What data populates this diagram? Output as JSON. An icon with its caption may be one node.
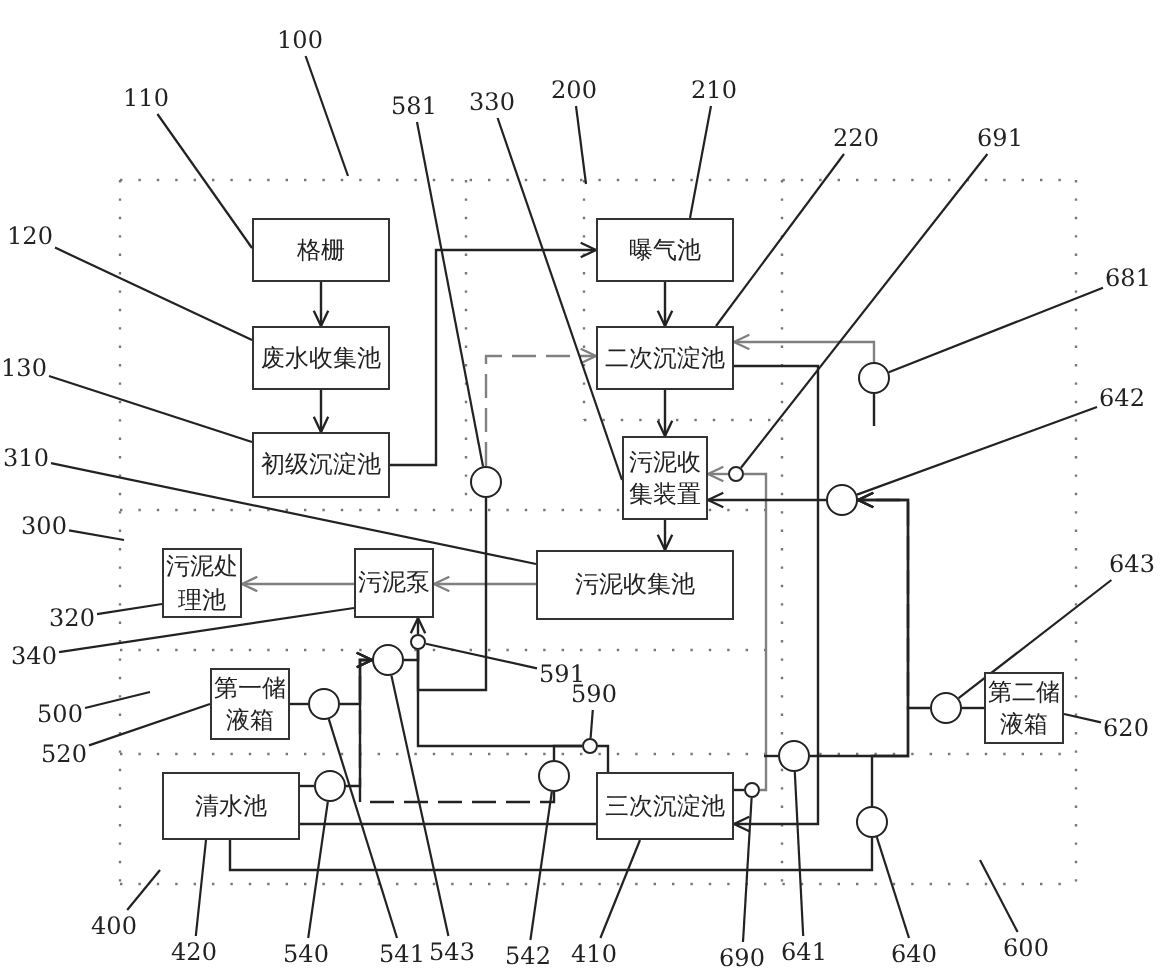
{
  "diagram": {
    "nodes": [
      {
        "text": [
          "格栅"
        ]
      },
      {
        "text": [
          "废水收集池"
        ]
      },
      {
        "text": [
          "初级沉淀池"
        ]
      },
      {
        "text": [
          "曝气池"
        ]
      },
      {
        "text": [
          "二次沉淀池"
        ]
      },
      {
        "text": [
          "污泥收集装置"
        ]
      },
      {
        "text": [
          "污泥收集池"
        ]
      },
      {
        "text": [
          "污泥泵"
        ]
      },
      {
        "text": [
          "污泥处理池"
        ]
      },
      {
        "text": [
          "第一储液箱"
        ]
      },
      {
        "text": [
          "清水池"
        ]
      },
      {
        "text": [
          "三次沉淀池"
        ]
      },
      {
        "text": [
          "第二储液箱"
        ]
      },
      {
        "text": [],
        "shape": "circle"
      },
      {
        "text": [],
        "shape": "circle"
      },
      {
        "text": [],
        "shape": "circle"
      },
      {
        "text": [],
        "shape": "circle"
      },
      {
        "text": [],
        "shape": "circle"
      },
      {
        "text": [],
        "shape": "circle"
      },
      {
        "text": [],
        "shape": "circle"
      },
      {
        "text": [],
        "shape": "circle"
      },
      {
        "text": [],
        "shape": "circle"
      },
      {
        "text": [],
        "shape": "circle"
      },
      {
        "text": [],
        "shape": "circle"
      },
      {
        "text": [],
        "shape": "circle"
      },
      {
        "text": [],
        "shape": "circle"
      },
      {
        "text": [],
        "shape": "circle"
      },
      {
        "text": [
          "100"
        ]
      },
      {
        "text": [
          "110"
        ]
      },
      {
        "text": [
          "120"
        ]
      },
      {
        "text": [
          "130"
        ]
      },
      {
        "text": [
          "200"
        ]
      },
      {
        "text": [
          "210"
        ]
      },
      {
        "text": [
          "220"
        ]
      },
      {
        "text": [
          "330"
        ]
      },
      {
        "text": [
          "581"
        ]
      },
      {
        "text": [
          "691"
        ]
      },
      {
        "text": [
          "681"
        ]
      },
      {
        "text": [
          "642"
        ]
      },
      {
        "text": [
          "310"
        ]
      },
      {
        "text": [
          "300"
        ]
      },
      {
        "text": [
          "320"
        ]
      },
      {
        "text": [
          "340"
        ]
      },
      {
        "text": [
          "643"
        ]
      },
      {
        "text": [
          "500"
        ]
      },
      {
        "text": [
          "520"
        ]
      },
      {
        "text": [
          "591"
        ]
      },
      {
        "text": [
          "590"
        ]
      },
      {
        "text": [
          "620"
        ]
      },
      {
        "text": [
          "400"
        ]
      },
      {
        "text": [
          "420"
        ]
      },
      {
        "text": [
          "540"
        ]
      },
      {
        "text": [
          "541"
        ]
      },
      {
        "text": [
          "543"
        ]
      },
      {
        "text": [
          "542"
        ]
      },
      {
        "text": [
          "410"
        ]
      },
      {
        "text": [
          "690"
        ]
      },
      {
        "text": [
          "641"
        ]
      },
      {
        "text": [
          "640"
        ]
      },
      {
        "text": [
          "600"
        ]
      }
    ],
    "edges": [
      {
        "from": 0,
        "to": 1,
        "arrow": "to"
      },
      {
        "from": 1,
        "to": 2,
        "arrow": "to"
      },
      {
        "from": 2,
        "to": 3,
        "arrow": "to"
      },
      {
        "from": 3,
        "to": 4,
        "arrow": "to"
      },
      {
        "from": 4,
        "to": 5,
        "arrow": "to"
      },
      {
        "from": 5,
        "to": 6,
        "arrow": "to"
      },
      {
        "from": 6,
        "to": 7,
        "arrow": "to",
        "color": "#808080"
      },
      {
        "from": 7,
        "to": 8,
        "arrow": "to",
        "color": "#808080"
      },
      {
        "from": 13,
        "to": 4,
        "arrow": "to",
        "style": "dashed",
        "color": "#808080"
      },
      {
        "from": 23,
        "to": 7,
        "arrow": "to"
      },
      {
        "from": 24,
        "to": 23,
        "arrow": "none"
      },
      {
        "from": 11,
        "to": 24,
        "arrow": "none"
      },
      {
        "from": 16,
        "to": 23,
        "arrow": "none"
      },
      {
        "from": 23,
        "to": 13,
        "arrow": "none"
      },
      {
        "from": 17,
        "to": 16,
        "arrow": "to"
      },
      {
        "from": 18,
        "to": 16,
        "arrow": "to"
      },
      {
        "from": 19,
        "to": 16,
        "arrow": "to",
        "style": "dashed"
      },
      {
        "from": 19,
        "to": 24,
        "arrow": "none"
      },
      {
        "from": 9,
        "to": 17,
        "arrow": "none"
      },
      {
        "from": 10,
        "to": 18,
        "arrow": "none"
      },
      {
        "from": 10,
        "to": 11,
        "arrow": "none"
      },
      {
        "from": 4,
        "to": 11,
        "arrow": "to"
      },
      {
        "from": 11,
        "to": 25,
        "arrow": "none"
      },
      {
        "from": 25,
        "to": 26,
        "arrow": "none",
        "color": "#808080"
      },
      {
        "from": 26,
        "to": 5,
        "arrow": "to",
        "color": "#808080"
      },
      {
        "from": 15,
        "to": 5,
        "arrow": "to"
      },
      {
        "from": 14,
        "to": 4,
        "arrow": "to",
        "color": "#808080"
      },
      {
        "from": 22,
        "to": 15,
        "arrow": "to",
        "style": "dashed"
      },
      {
        "from": 20,
        "to": 15,
        "arrow": "to"
      },
      {
        "from": 21,
        "to": 15,
        "arrow": "to"
      },
      {
        "from": 10,
        "to": 21,
        "arrow": "none"
      },
      {
        "from": 12,
        "to": 22,
        "arrow": "none"
      },
      {
        "from": 14,
        "to": null,
        "arrow": "none"
      },
      {
        "from": 20,
        "to": null,
        "arrow": "none"
      },
      {
        "from": 27,
        "to": null,
        "arrow": "none"
      },
      {
        "from": 28,
        "to": 0,
        "arrow": "none"
      },
      {
        "from": 29,
        "to": 1,
        "arrow": "none"
      },
      {
        "from": 30,
        "to": 2,
        "arrow": "none"
      },
      {
        "from": 31,
        "to": null,
        "arrow": "none"
      },
      {
        "from": 32,
        "to": 3,
        "arrow": "none"
      },
      {
        "from": 33,
        "to": 4,
        "arrow": "none"
      },
      {
        "from": 34,
        "to": 5,
        "arrow": "none"
      },
      {
        "from": 35,
        "to": 13,
        "arrow": "none"
      },
      {
        "from": 36,
        "to": 26,
        "arrow": "none"
      },
      {
        "from": 37,
        "to": 14,
        "arrow": "none"
      },
      {
        "from": 38,
        "to": 15,
        "arrow": "none"
      },
      {
        "from": 39,
        "to": 6,
        "arrow": "none"
      },
      {
        "from": 40,
        "to": null,
        "arrow": "none"
      },
      {
        "from": 41,
        "to": 8,
        "arrow": "none"
      },
      {
        "from": 42,
        "to": 7,
        "arrow": "none"
      },
      {
        "from": 43,
        "to": 22,
        "arrow": "none"
      },
      {
        "from": 44,
        "to": null,
        "arrow": "none"
      },
      {
        "from": 45,
        "to": 9,
        "arrow": "none"
      },
      {
        "from": 46,
        "to": 23,
        "arrow": "none"
      },
      {
        "from": 47,
        "to": 24,
        "arrow": "none"
      },
      {
        "from": 48,
        "to": 12,
        "arrow": "none"
      },
      {
        "from": 49,
        "to": null,
        "arrow": "none"
      },
      {
        "from": 50,
        "to": 10,
        "arrow": "none"
      },
      {
        "from": 51,
        "to": 18,
        "arrow": "none"
      },
      {
        "from": 52,
        "to": 17,
        "arrow": "none"
      },
      {
        "from": 53,
        "to": 16,
        "arrow": "none"
      },
      {
        "from": 54,
        "to": 19,
        "arrow": "none"
      },
      {
        "from": 55,
        "to": 11,
        "arrow": "none"
      },
      {
        "from": 56,
        "to": 25,
        "arrow": "none"
      },
      {
        "from": 57,
        "to": 20,
        "arrow": "none"
      },
      {
        "from": 58,
        "to": 21,
        "arrow": "none"
      },
      {
        "from": 59,
        "to": null,
        "arrow": "none"
      }
    ]
  }
}
